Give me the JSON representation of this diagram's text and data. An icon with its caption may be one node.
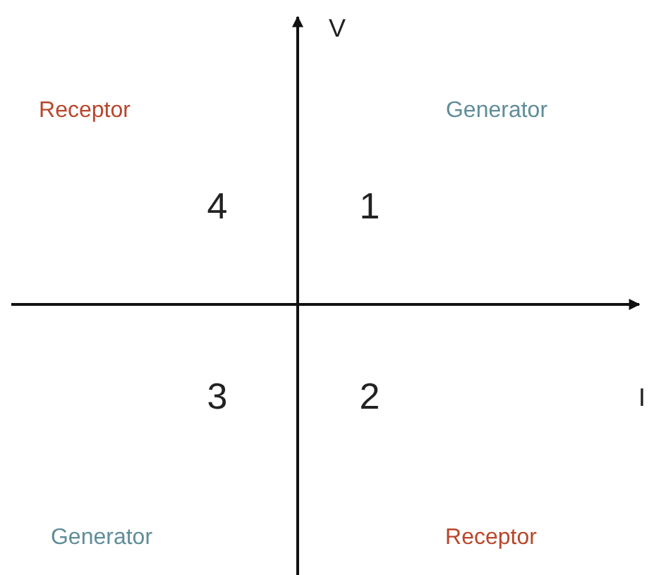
{
  "diagram": {
    "labels": [
      "V",
      "Receptor",
      "Generator",
      "4",
      "1",
      "3",
      "2",
      "I",
      "Generator",
      "Receptor"
    ]
  }
}
